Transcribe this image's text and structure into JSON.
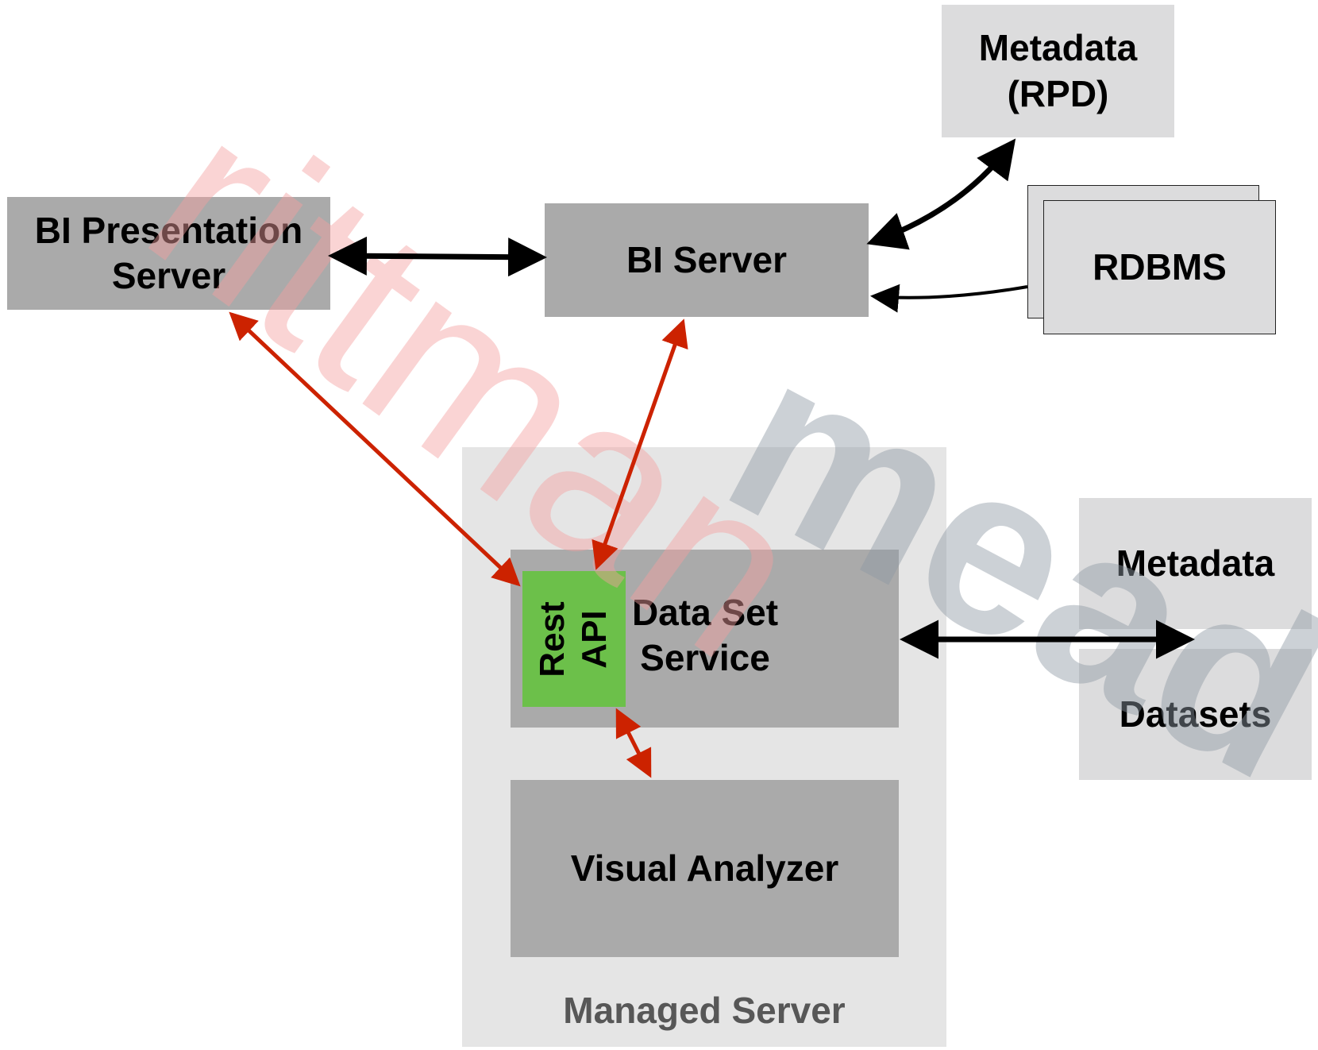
{
  "nodes": {
    "metadata_rpd": "Metadata\n(RPD)",
    "bi_presentation_server": "BI Presentation\nServer",
    "bi_server": "BI Server",
    "rdbms": "RDBMS",
    "rest_api": "Rest\nAPI",
    "data_set_service": "Data Set\nService",
    "visual_analyzer": "Visual Analyzer",
    "metadata": "Metadata",
    "datasets": "Datasets",
    "managed_server": "Managed Server"
  },
  "watermark": {
    "part1": "rittman",
    "part2": "mead"
  },
  "colors": {
    "dark_box": "#aaaaaa",
    "light_box": "#dcdcdd",
    "container": "#e5e5e5",
    "rest_api": "#6cc04a",
    "red_arrow": "#cc2200",
    "black_arrow": "#000000"
  }
}
